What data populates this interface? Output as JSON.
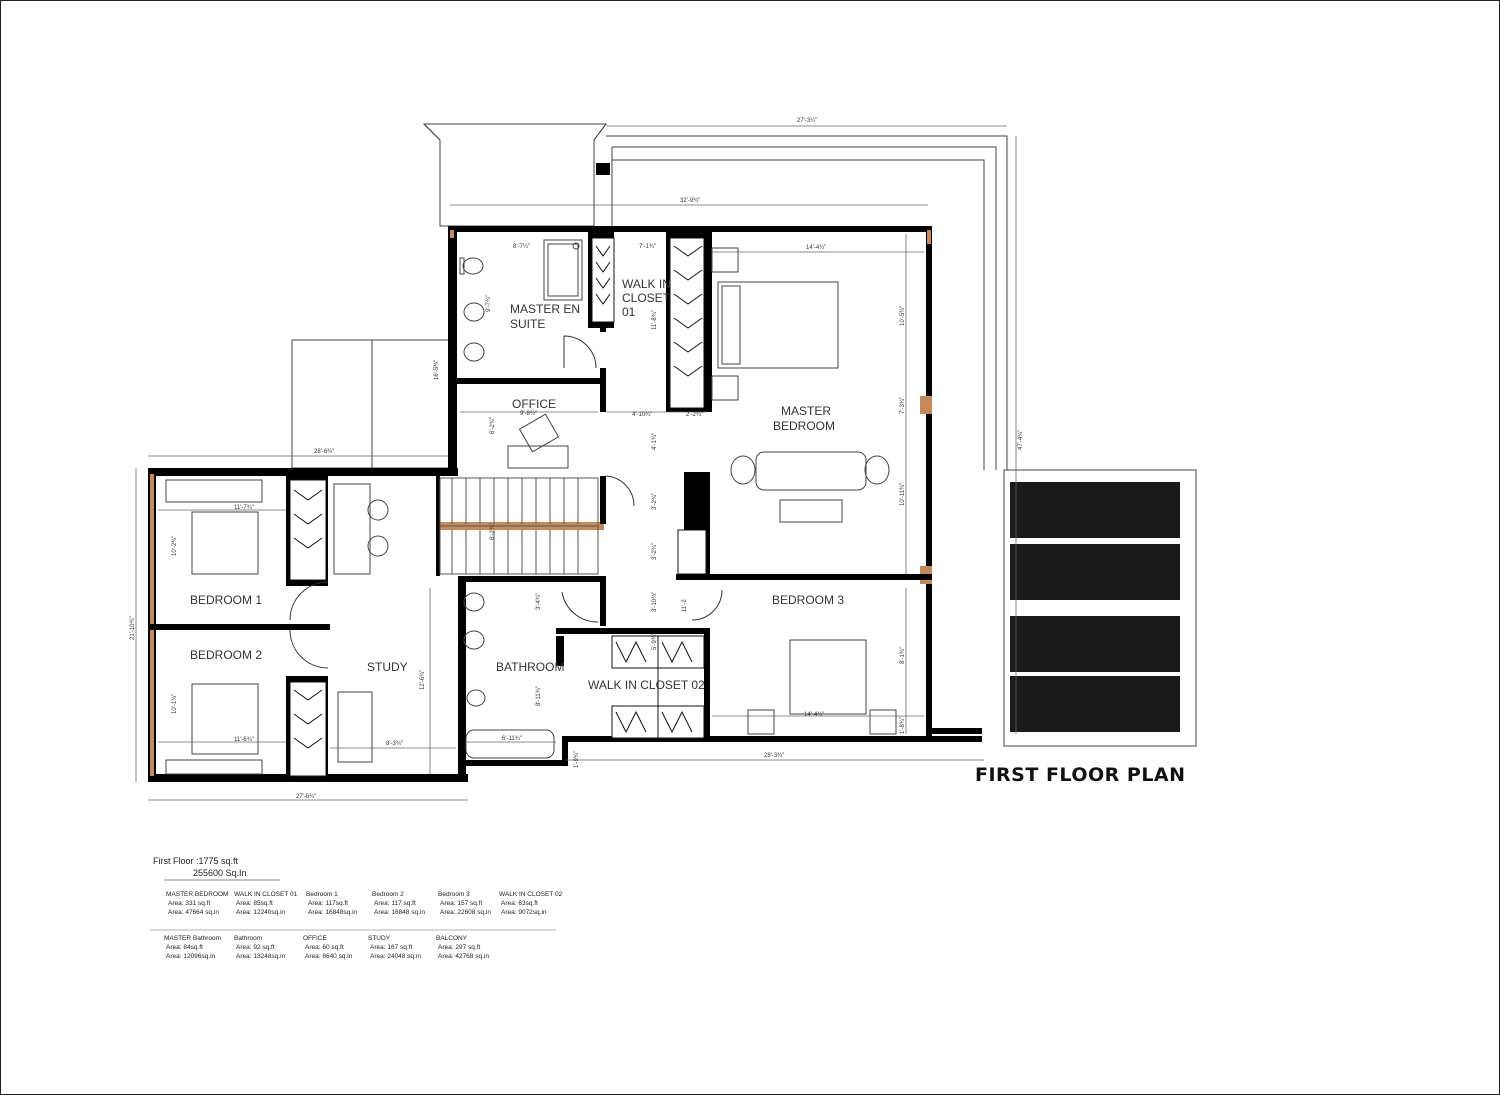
{
  "plan_title": "FIRST FLOOR PLAN",
  "rooms": {
    "master_en_suite_1": "MASTER EN",
    "master_en_suite_2": "SUITE",
    "walk_in_closet_1a": "WALK IN",
    "walk_in_closet_1b": "CLOSET",
    "walk_in_closet_1c": "01",
    "master_bedroom_1": "MASTER",
    "master_bedroom_2": "BEDROOM",
    "office": "OFFICE",
    "bedroom_1": "BEDROOM 1",
    "bedroom_2": "BEDROOM 2",
    "bedroom_3": "BEDROOM 3",
    "study": "STUDY",
    "bathroom": "BATHROOM",
    "walk_in_closet_2": "WALK IN CLOSET 02"
  },
  "dimensions": {
    "top_overall": "27'-3¼\"",
    "top_inner": "32'-9¾\"",
    "ensuite_width": "8'-7¼\"",
    "ensuite_height": "9'-7¾\"",
    "closet1_width": "7'-1¾\"",
    "closet1_height": "11'-8¾\"",
    "master_width": "14'-4¾\"",
    "master_h1": "10'-5¾\"",
    "master_h2": "7'-3¾\"",
    "master_h3": "10'-11¾\"",
    "balcony_width": "28'-6¾\"",
    "balcony_height": "16'-5¾\"",
    "office_width": "9'-8¾\"",
    "office_height": "6'-2¾\"",
    "hall_width": "4'-10¾\"",
    "closet_depth": "2'-2¾\"",
    "bed1_width": "11'-7¾\"",
    "bed1_height": "10'-2¾\"",
    "bed2_width": "11'-6¾\"",
    "bed2_height": "10'-1¾\"",
    "left_overall": "21'-10¾\"",
    "study_height": "12'-6¾\"",
    "study_width": "8'-3¾\"",
    "bath_width": "6'-11¾\"",
    "bath_h1": "3'-4¾\"",
    "bath_h2": "8'-11¾\"",
    "bed3_width": "14'-4¾\"",
    "bed3_h1": "8'-1¾\"",
    "bed3_h2": "1'-8¾\"",
    "bottom_right": "28'-3¾\"",
    "bottom_left": "27'-6¾\"",
    "right_overall": "47'-4¾\"",
    "stair_w": "6'-2¾\"",
    "h1": "4'-1¾\"",
    "h2": "3'-2¾\"",
    "h3": "3'-2¾\"",
    "h4": "3'-10¾\"",
    "h5": "11'-2",
    "small1": "5'-9¾\"",
    "small2": "1'-9¾\""
  },
  "summary": {
    "floor_label": "First Floor :1775 sq.ft",
    "floor_sqin": "255600 Sq.In",
    "row1": [
      {
        "name": "MASTER BEDROOM",
        "area": "Area: 331 sq.ft",
        "sqin": "Area: 47664 sq.in"
      },
      {
        "name": "WALK IN CLOSET 01",
        "area": "Area: 85sq.ft",
        "sqin": "Area: 12240sq.in"
      },
      {
        "name": "Bedroom 1",
        "area": "Area: 117sq.ft",
        "sqin": "Area: 16848sq.in"
      },
      {
        "name": "Bedroom 2",
        "area": "Area: 117 sq.ft",
        "sqin": "Area: 16848 sq.in"
      },
      {
        "name": "Bedroom 3",
        "area": "Area: 157 sq.ft",
        "sqin": "Area: 22608 sq.in"
      },
      {
        "name": "WALK IN CLOSET 02",
        "area": "Area: 63sq.ft",
        "sqin": "Area: 9072sq.in"
      }
    ],
    "row2": [
      {
        "name": "MASTER Bathroom",
        "area": "Area: 84sq.ft",
        "sqin": "Area: 12096sq.in"
      },
      {
        "name": "Bathroom",
        "area": "Area: 92 sq.ft",
        "sqin": "Area: 13248sq.in"
      },
      {
        "name": "OFFICE",
        "area": "Area: 60 sq.ft",
        "sqin": "Area: 8640 sq.in"
      },
      {
        "name": "STUDY",
        "area": "Area: 167 sq.ft",
        "sqin": "Area: 24048 sq.in"
      },
      {
        "name": "BALCONY",
        "area": "Area: 297 sq.ft",
        "sqin": "Area: 42768 sq.in"
      }
    ]
  }
}
